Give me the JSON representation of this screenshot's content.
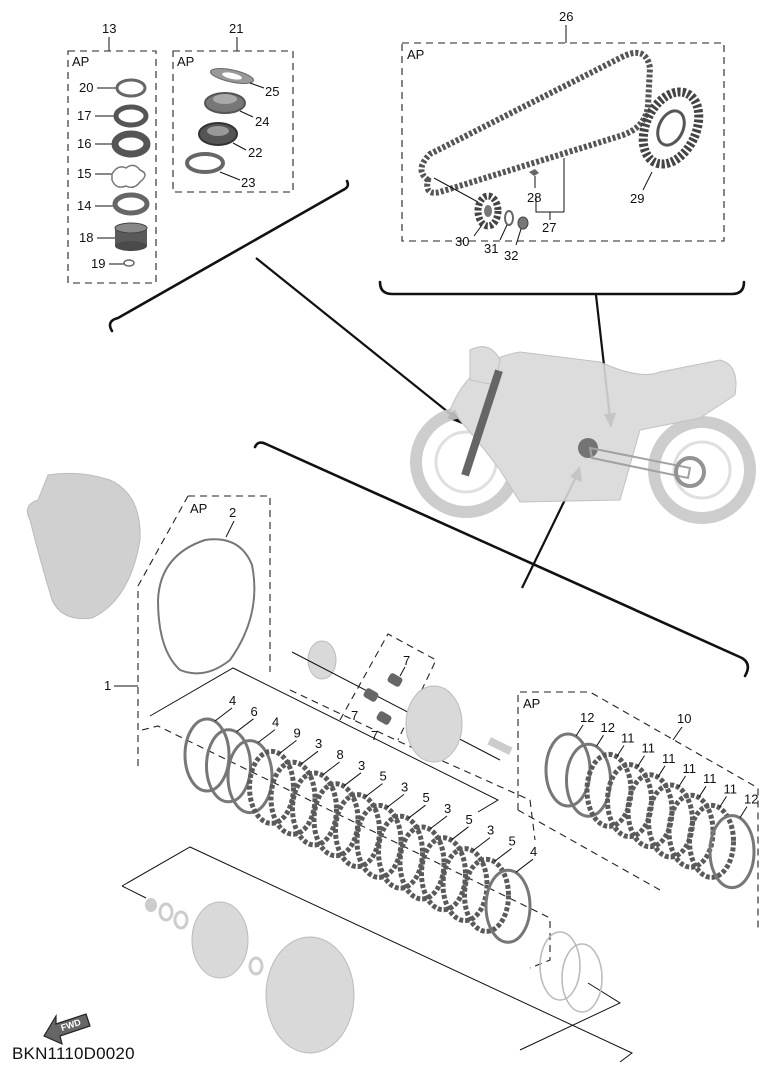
{
  "diagram": {
    "type": "exploded-parts-diagram",
    "subject": "motorcycle clutch, steering bearing and drive chain kit",
    "diagram_code": "BKN1110D0020",
    "fwd_marker": "FWD",
    "assembly_tag": "AP"
  },
  "groups": {
    "steering_bearing_upper": {
      "ref": "13",
      "tag": "AP",
      "parts": [
        "20",
        "17",
        "16",
        "15",
        "14",
        "18",
        "19"
      ]
    },
    "steering_bearing_lower": {
      "ref": "21",
      "tag": "AP",
      "parts": [
        "25",
        "24",
        "22",
        "23"
      ]
    },
    "drive_chain_kit": {
      "ref": "26",
      "tag": "AP",
      "parts": [
        "29",
        "28",
        "27",
        "30",
        "31",
        "32"
      ]
    },
    "clutch_assembly": {
      "ref": "1",
      "gasket_group_tag": "AP",
      "gasket_ref": "2",
      "plate_labels": [
        "4",
        "6",
        "4",
        "9",
        "3",
        "8",
        "3",
        "5",
        "3",
        "5",
        "3",
        "5",
        "3",
        "5",
        "4"
      ],
      "spring_refs": [
        "7",
        "7",
        "7"
      ]
    },
    "clutch_plate_kit": {
      "ref": "10",
      "tag": "AP",
      "plate_labels": [
        "12",
        "12",
        "11",
        "11",
        "11",
        "11",
        "11",
        "11",
        "12"
      ]
    }
  },
  "labels": {
    "g13": "13",
    "g21": "21",
    "g26": "26",
    "g1": "1",
    "g2": "2",
    "g10": "10",
    "p20": "20",
    "p17": "17",
    "p16": "16",
    "p15": "15",
    "p14": "14",
    "p18": "18",
    "p19": "19",
    "p25": "25",
    "p24": "24",
    "p22": "22",
    "p23": "23",
    "p28": "28",
    "p29": "29",
    "p27": "27",
    "p30": "30",
    "p31": "31",
    "p32": "32",
    "p7a": "7",
    "p7b": "7",
    "p7c": "7",
    "c1": "4",
    "c2": "6",
    "c3": "4",
    "c4": "9",
    "c5": "3",
    "c6": "8",
    "c7": "3",
    "c8": "5",
    "c9": "3",
    "c10": "5",
    "c11": "3",
    "c12": "5",
    "c13": "3",
    "c14": "5",
    "c15": "4",
    "k1": "12",
    "k2": "12",
    "k3": "11",
    "k4": "11",
    "k5": "11",
    "k6": "11",
    "k7": "11",
    "k8": "11",
    "k9": "12"
  }
}
